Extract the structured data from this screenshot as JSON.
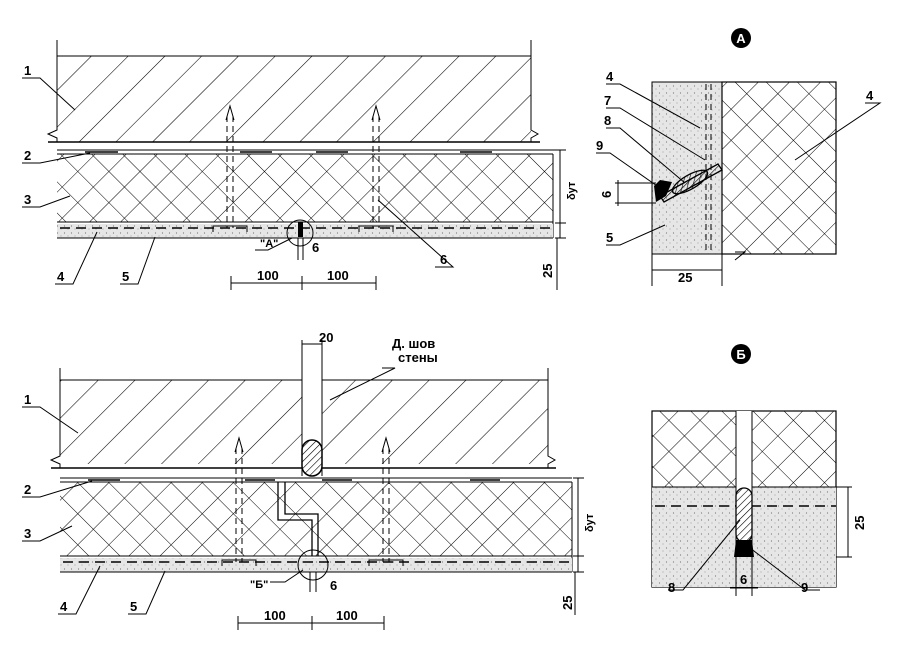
{
  "top_section": {
    "callouts": [
      "1",
      "2",
      "3",
      "4",
      "5",
      "6"
    ],
    "detail_marker": "\"А\"",
    "gap_dim": "6",
    "spacing_dims": [
      "100",
      "100"
    ],
    "thickness_symbol": "δут",
    "thickness_dim": "25"
  },
  "bottom_section": {
    "callouts": [
      "1",
      "2",
      "3",
      "4",
      "5"
    ],
    "detail_marker": "\"Б\"",
    "gap_dim": "6",
    "spacing_dims": [
      "100",
      "100"
    ],
    "seam_width": "20",
    "seam_label_line1": "Д. шов",
    "seam_label_line2": "стены",
    "thickness_symbol": "δут",
    "thickness_dim": "25"
  },
  "detail_a": {
    "badge": "А",
    "callouts": [
      "4",
      "7",
      "8",
      "9",
      "5",
      "4"
    ],
    "gap_dim": "6",
    "width_dim": "25"
  },
  "detail_b": {
    "badge": "Б",
    "callouts": [
      "8",
      "9"
    ],
    "gap_dim": "6",
    "height_dim": "25"
  },
  "colors": {
    "ink": "#000000",
    "paper": "#ffffff",
    "render_fill": "#e6e6e6"
  }
}
